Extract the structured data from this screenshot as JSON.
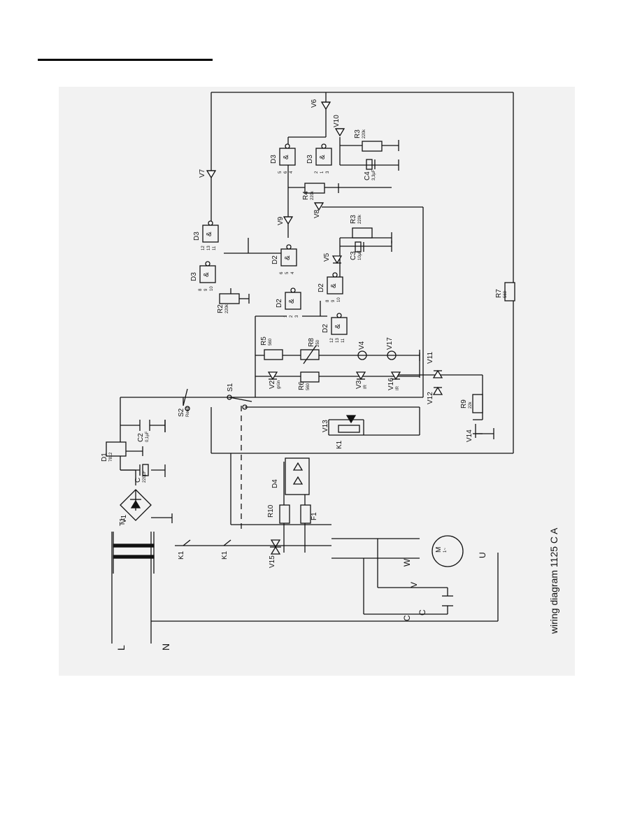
{
  "page": {
    "title": "wiring diagram 1125 C  A"
  },
  "diagram": {
    "rails": {
      "line": "L",
      "neutral": "N"
    },
    "components": [
      {
        "ref": "T1"
      },
      {
        "ref": "V1"
      },
      {
        "ref": "C1",
        "label": "C",
        "value": "220µF"
      },
      {
        "ref": "D1",
        "value": "7812"
      },
      {
        "ref": "C2",
        "value": "0,1µF"
      },
      {
        "ref": "S2",
        "value": "Reed"
      },
      {
        "ref": "S1"
      },
      {
        "ref": "K1a",
        "label": "K1"
      },
      {
        "ref": "K1b",
        "label": "K1"
      },
      {
        "ref": "V15"
      },
      {
        "ref": "R10"
      },
      {
        "ref": "F1"
      },
      {
        "ref": "D4"
      },
      {
        "ref": "V13"
      },
      {
        "ref": "K1coil",
        "label": "K1"
      },
      {
        "ref": "V12"
      },
      {
        "ref": "V11"
      },
      {
        "ref": "R9",
        "value": "22k"
      },
      {
        "ref": "V14"
      },
      {
        "ref": "R7",
        "value": "560"
      },
      {
        "ref": "V2",
        "value": "grün"
      },
      {
        "ref": "R5",
        "value": "560"
      },
      {
        "ref": "R6",
        "value": "560"
      },
      {
        "ref": "R8",
        "value": "250"
      },
      {
        "ref": "V3",
        "value": "IR"
      },
      {
        "ref": "V4"
      },
      {
        "ref": "V16",
        "value": "IR"
      },
      {
        "ref": "V17"
      },
      {
        "ref": "R2",
        "value": "220k"
      },
      {
        "ref": "R3a",
        "label": "R3",
        "value": "220k"
      },
      {
        "ref": "R3b",
        "label": "R3",
        "value": "220k"
      },
      {
        "ref": "R4",
        "value": "220k"
      },
      {
        "ref": "C3",
        "value": "10µF"
      },
      {
        "ref": "C4",
        "value": "3,3µF"
      },
      {
        "ref": "V5"
      },
      {
        "ref": "V6"
      },
      {
        "ref": "V7"
      },
      {
        "ref": "V8"
      },
      {
        "ref": "V9"
      },
      {
        "ref": "V10"
      },
      {
        "ref": "M",
        "label": "M",
        "value": "1~"
      }
    ],
    "gates": [
      {
        "ref": "D3",
        "sym": "&",
        "pins": [
          "8",
          "9",
          "10"
        ]
      },
      {
        "ref": "D3",
        "sym": "&",
        "pins": [
          "12",
          "13",
          "11"
        ]
      },
      {
        "ref": "D2",
        "sym": "&",
        "pins": [
          "1",
          "2",
          "3"
        ]
      },
      {
        "ref": "D2",
        "sym": "&",
        "pins": [
          "6",
          "5",
          "4"
        ]
      },
      {
        "ref": "D2",
        "sym": "&",
        "pins": [
          "8",
          "9",
          "10"
        ]
      },
      {
        "ref": "D2",
        "sym": "&",
        "pins": [
          "12",
          "13",
          "11"
        ]
      },
      {
        "ref": "D3",
        "sym": "&",
        "pins": [
          "5",
          "6",
          "4"
        ]
      },
      {
        "ref": "D3",
        "sym": "&",
        "pins": [
          "2",
          "1",
          "3"
        ]
      }
    ],
    "motor_terminals": [
      "W",
      "V",
      "U",
      "C",
      "C"
    ]
  }
}
